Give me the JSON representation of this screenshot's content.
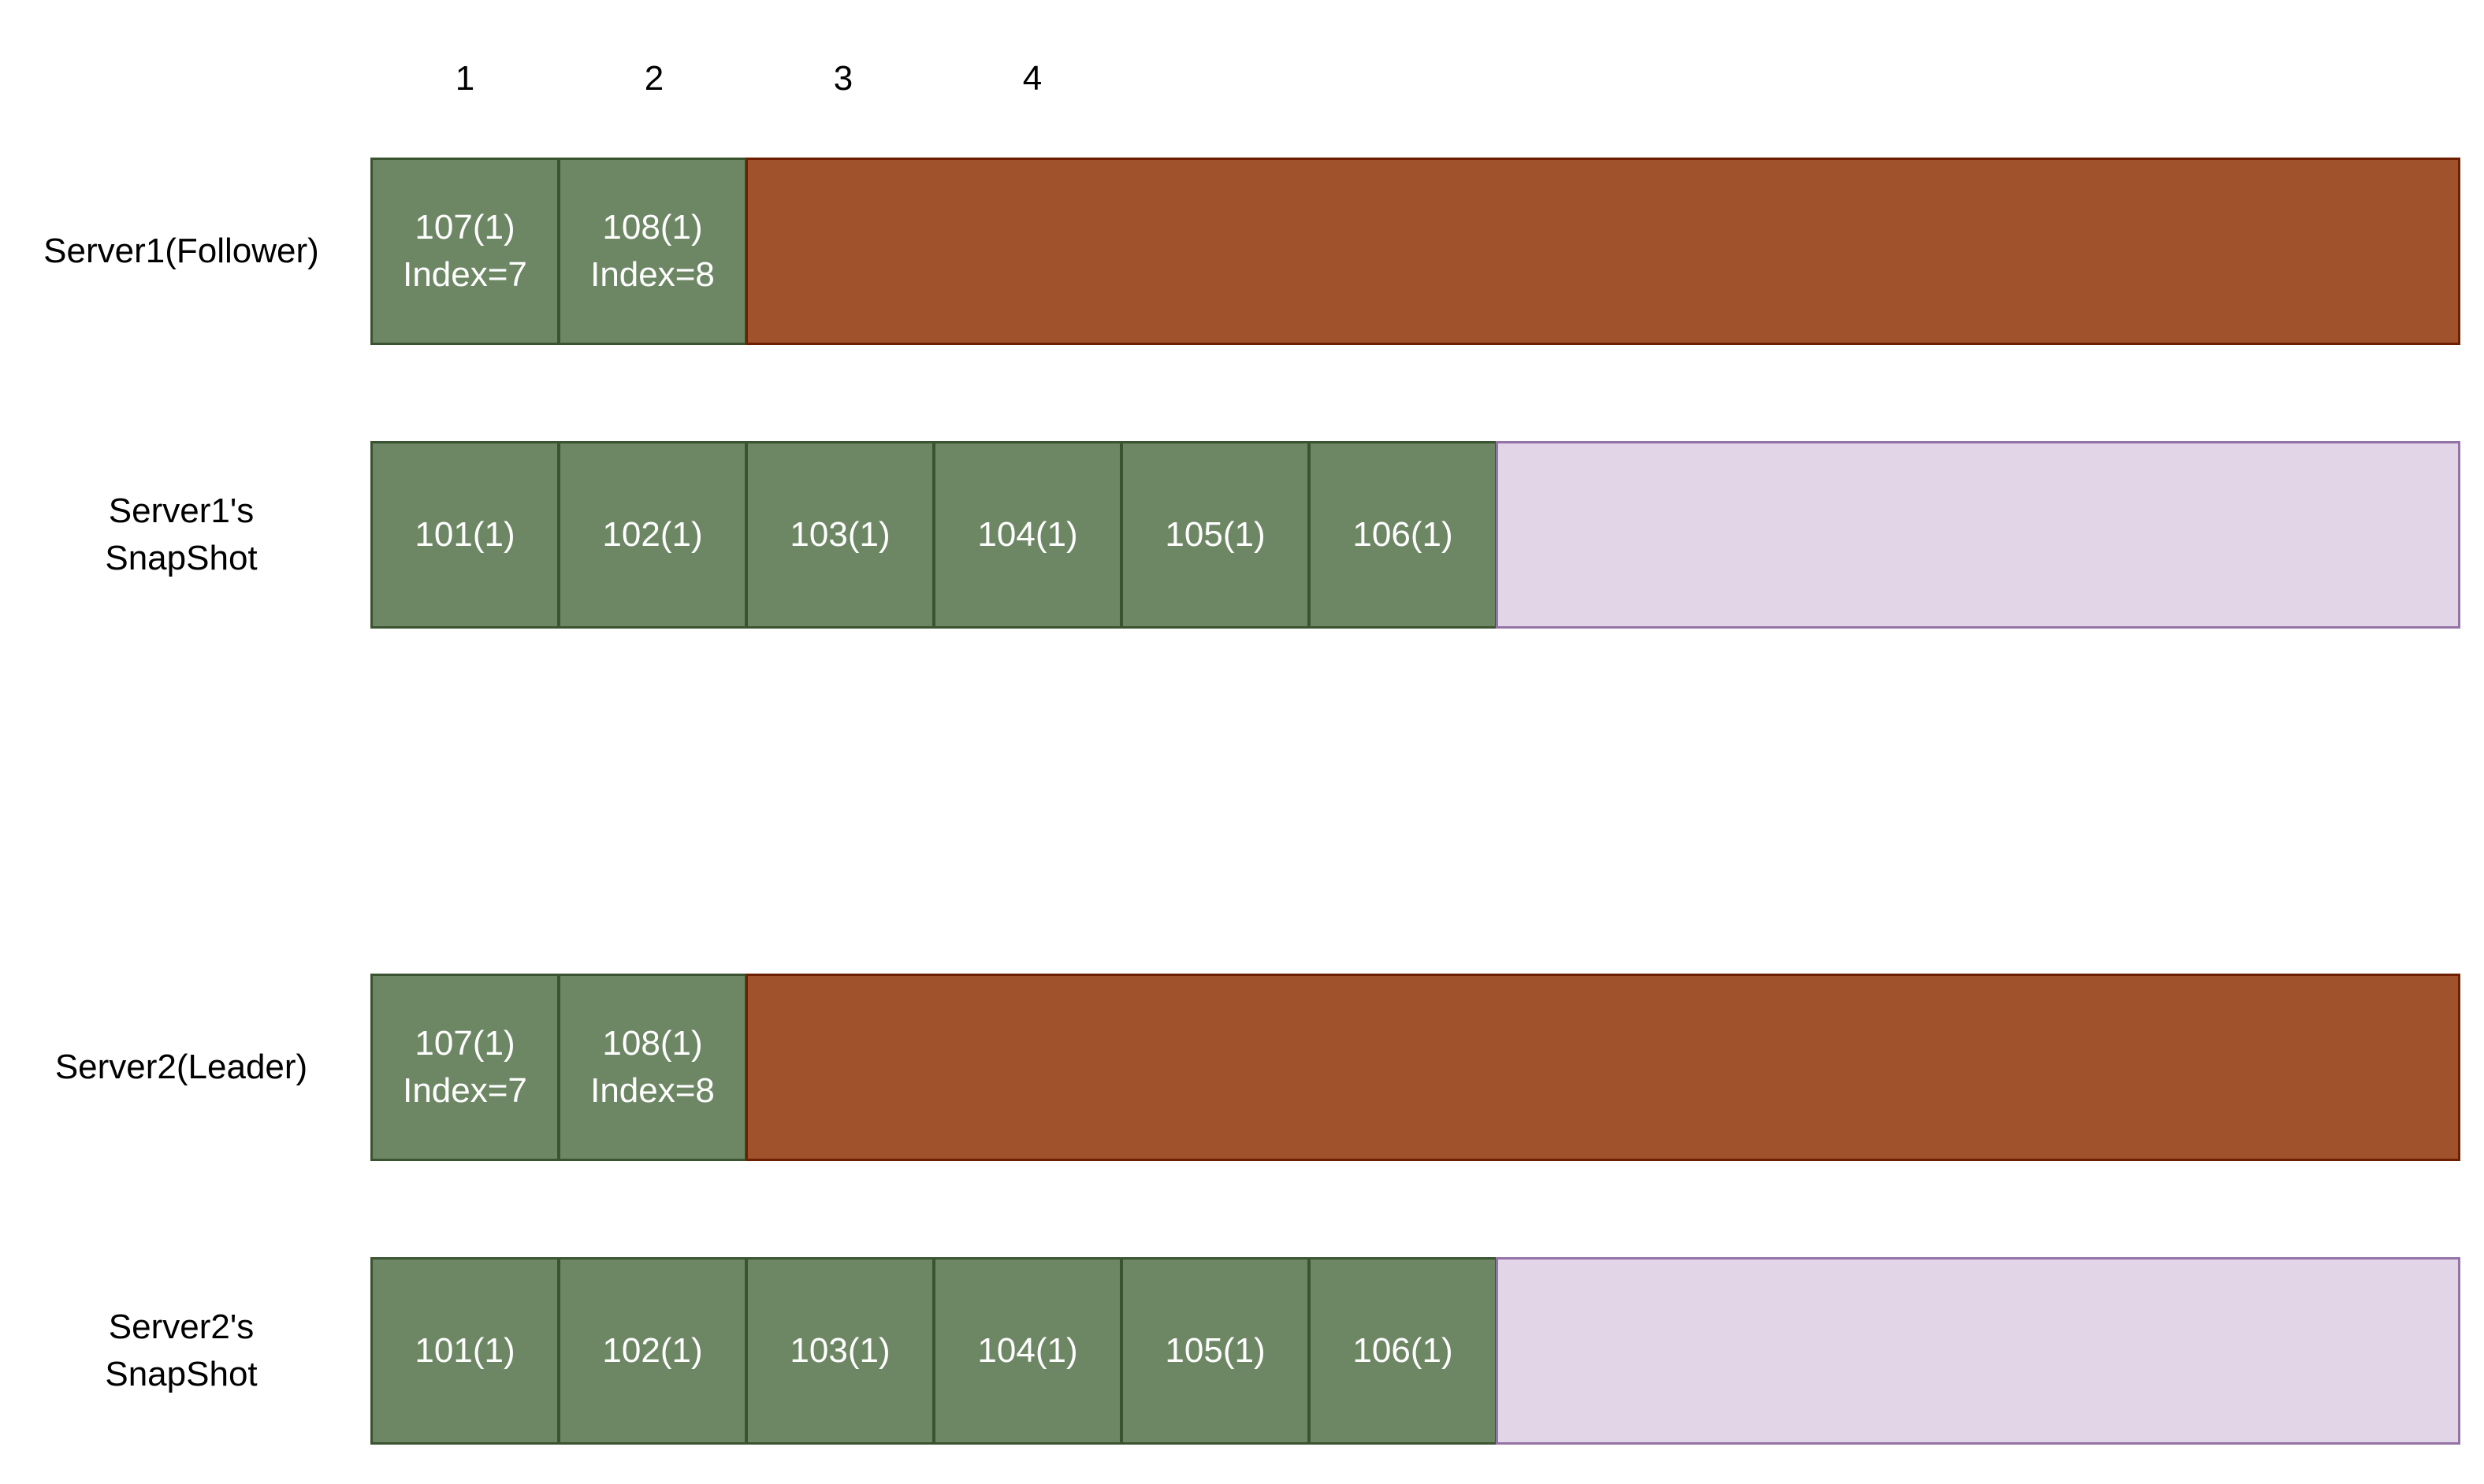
{
  "column_indices": [
    "1",
    "2",
    "3",
    "4"
  ],
  "rows": [
    {
      "label": "Server1(Follower)",
      "cells": [
        {
          "lines": [
            "107(1)",
            "Index=7"
          ]
        },
        {
          "lines": [
            "108(1)",
            "Index=8"
          ]
        }
      ],
      "filler": "log"
    },
    {
      "label": "Server1's\nSnapShot",
      "cells": [
        {
          "lines": [
            "101(1)"
          ]
        },
        {
          "lines": [
            "102(1)"
          ]
        },
        {
          "lines": [
            "103(1)"
          ]
        },
        {
          "lines": [
            "104(1)"
          ]
        },
        {
          "lines": [
            "105(1)"
          ]
        },
        {
          "lines": [
            "106(1)"
          ]
        }
      ],
      "filler": "snap"
    },
    {
      "label": "Server2(Leader)",
      "cells": [
        {
          "lines": [
            "107(1)",
            "Index=7"
          ]
        },
        {
          "lines": [
            "108(1)",
            "Index=8"
          ]
        }
      ],
      "filler": "log"
    },
    {
      "label": "Server2's\nSnapShot",
      "cells": [
        {
          "lines": [
            "101(1)"
          ]
        },
        {
          "lines": [
            "102(1)"
          ]
        },
        {
          "lines": [
            "103(1)"
          ]
        },
        {
          "lines": [
            "104(1)"
          ]
        },
        {
          "lines": [
            "105(1)"
          ]
        },
        {
          "lines": [
            "106(1)"
          ]
        }
      ],
      "filler": "snap"
    }
  ],
  "colors": {
    "entry_fill": "#6d8764",
    "entry_border": "#3a5431",
    "log_fill": "#a0522d",
    "log_border": "#6d1f00",
    "snapshot_fill": "#e1d5e7",
    "snapshot_border": "#9673a6"
  }
}
